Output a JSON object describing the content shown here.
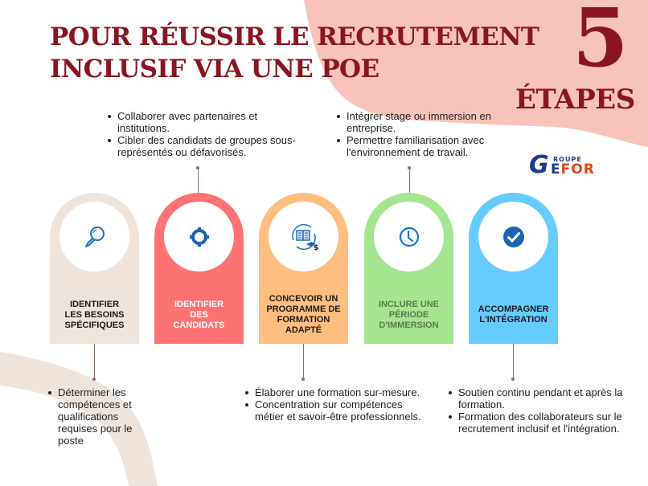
{
  "header": {
    "title_line1": "POUR RÉUSSIR LE RECRUTEMENT",
    "title_line2": "INCLUSIF VIA UNE POE",
    "count": "5",
    "count_label": "ÉTAPES"
  },
  "logo": {
    "letter_g": "G",
    "roupe": "ROUPE",
    "efor_e": "E",
    "efor_rest": "FOR",
    "colors": {
      "blue": "#1e3a8a",
      "orange": "#e8421b"
    }
  },
  "colors": {
    "title": "#8a1520",
    "blob_pink": "#f8c3b8",
    "blob_beige": "#efe4dc",
    "icon_blue": "#1a73c4",
    "connector": "#8a6e62"
  },
  "steps": [
    {
      "label_line1": "IDENTIFIER",
      "label_line2": "LES BESOINS",
      "label_line3": "SPÉCIFIQUES",
      "label_line4": "",
      "icon": "magnifier-icon",
      "color": "#efe4dc",
      "text_color": "#1b1b1b",
      "bullets": [
        "Déterminer les compétences et qualifications requises pour le poste"
      ]
    },
    {
      "label_line1": "IDENTIFIER",
      "label_line2": "DES",
      "label_line3": "CANDIDATS",
      "label_line4": "",
      "icon": "target-icon",
      "color": "#fd7373",
      "text_color": "#ffffff",
      "bullets": [
        "Collaborer avec partenaires et institutions.",
        "Cibler des candidats de groupes sous-représentés ou défavorisés."
      ]
    },
    {
      "label_line1": "CONCEVOIR UN",
      "label_line2": "PROGRAMME DE",
      "label_line3": "FORMATION",
      "label_line4": "ADAPTÉ",
      "icon": "book-graduation-icon",
      "color": "#ffbd7f",
      "text_color": "#1b1b1b",
      "bullets": [
        "Élaborer une formation sur-mesure.",
        "Concentration sur compétences métier et savoir-être professionnels."
      ]
    },
    {
      "label_line1": "INCLURE UNE",
      "label_line2": "PÉRIODE",
      "label_line3": "D'IMMERSION",
      "label_line4": "",
      "icon": "clock-icon",
      "color": "#a5e58f",
      "text_color": "#5a7a4e",
      "bullets": [
        "Intégrer stage ou immersion en entreprise.",
        "Permettre familiarisation avec l'environnement de travail."
      ]
    },
    {
      "label_line1": "ACCOMPAGNER",
      "label_line2": "L'INTÉGRATION",
      "label_line3": "",
      "label_line4": "",
      "icon": "check-circle-icon",
      "color": "#66ccff",
      "text_color": "#1b1b1b",
      "bullets": [
        "Soutien continu pendant et après la formation.",
        "Formation des collaborateurs sur le recrutement inclusif et l'intégration."
      ]
    }
  ]
}
